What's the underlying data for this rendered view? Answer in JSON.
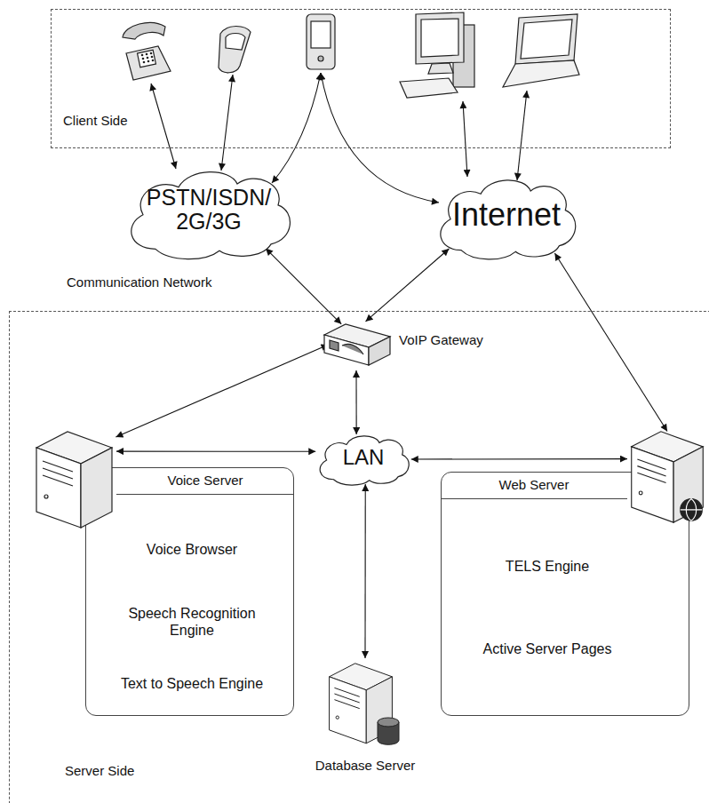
{
  "diagram": {
    "nodes": [
      {
        "text": [
          "Client Side"
        ]
      },
      {
        "text": [
          "PSTN/ISDN/ 2G/3G"
        ]
      },
      {
        "text": [
          "Internet"
        ]
      },
      {
        "text": [
          "Server Side"
        ]
      },
      {
        "text": [
          "VoIP Gateway"
        ],
        "in": 3
      },
      {
        "text": [
          "Voice Server"
        ],
        "in": 3
      },
      {
        "text": [
          "Voice Browser"
        ],
        "in": 5
      },
      {
        "text": [
          "Speech Recognition Engine"
        ],
        "in": 5
      },
      {
        "text": [
          "Text to Speech Engine"
        ],
        "in": 5
      },
      {
        "text": [
          "LAN"
        ],
        "in": 3
      },
      {
        "text": [
          "Web Server"
        ],
        "in": 3
      },
      {
        "text": [
          "TELS Engine"
        ],
        "in": 10
      },
      {
        "text": [
          "Active Server Pages"
        ],
        "in": 10
      },
      {
        "text": [
          "Database Server"
        ],
        "in": 3
      }
    ],
    "edges": [
      {
        "from": 1,
        "to": 4,
        "arrow": "both"
      },
      {
        "from": 2,
        "to": 4,
        "arrow": "both"
      },
      {
        "from": 4,
        "to": 5,
        "arrow": "both"
      },
      {
        "from": 5,
        "to": 9,
        "arrow": "both"
      },
      {
        "from": 4,
        "to": 9,
        "arrow": "both"
      },
      {
        "from": 9,
        "to": 10,
        "arrow": "both"
      },
      {
        "from": 2,
        "to": 10,
        "arrow": "both"
      },
      {
        "from": 9,
        "to": 13,
        "arrow": "both"
      }
    ],
    "labels": [
      "Communication Network"
    ]
  }
}
